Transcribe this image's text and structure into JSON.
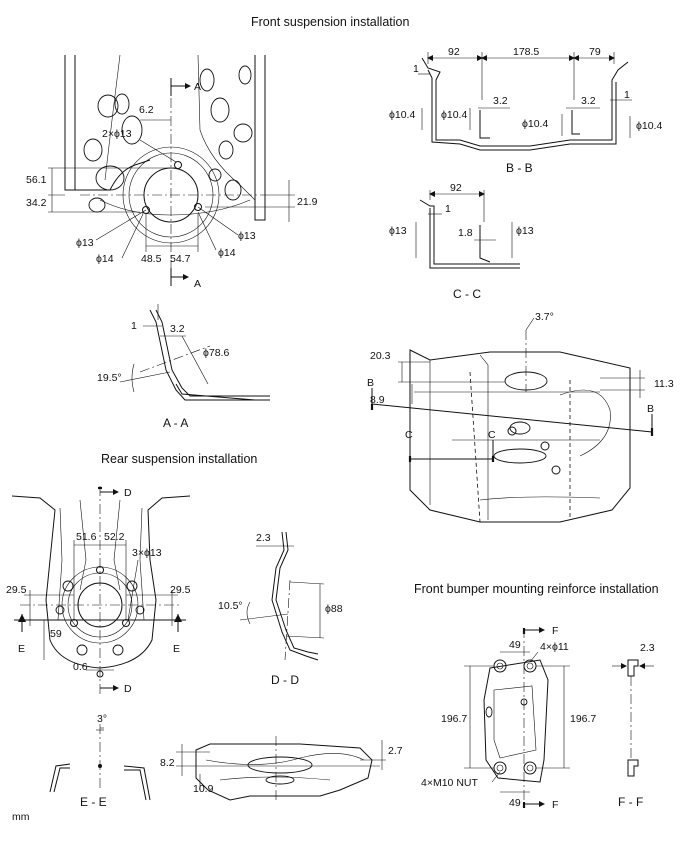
{
  "titles": {
    "front_suspension": "Front suspension installation",
    "rear_suspension": "Rear suspension installation",
    "front_bumper": "Front bumper mounting reinforce installation"
  },
  "sections": {
    "aa": "A - A",
    "bb": "B - B",
    "cc": "C - C",
    "dd": "D - D",
    "ee": "E - E",
    "ff": "F - F"
  },
  "unit": "mm",
  "markers": {
    "a": "A",
    "b": "B",
    "c": "C",
    "d": "D",
    "e": "E",
    "f": "F"
  },
  "front_main": {
    "d_62": "6.2",
    "holes_2x13": "2×ϕ13",
    "d_561": "56.1",
    "d_342": "34.2",
    "d_219": "21.9",
    "phi13": "ϕ13",
    "phi14": "ϕ14",
    "d_485": "48.5",
    "d_547": "54.7"
  },
  "bb_view": {
    "d_92": "92",
    "d_1785": "178.5",
    "d_79": "79",
    "d_1": "1",
    "phi104": "ϕ10.4",
    "d_32": "3.2"
  },
  "cc_view": {
    "d_92": "92",
    "d_1": "1",
    "phi13": "ϕ13",
    "d_18": "1.8"
  },
  "aa_view": {
    "d_1": "1",
    "d_32": "3.2",
    "phi786": "ϕ78.6",
    "ang_195": "19.5°"
  },
  "side_view": {
    "ang_37": "3.7°",
    "d_203": "20.3",
    "d_89": "8.9",
    "d_113": "11.3"
  },
  "rear_main": {
    "d_516": "51.6",
    "d_522": "52.2",
    "holes_3x13": "3×ϕ13",
    "d_295": "29.5",
    "d_59": "59",
    "d_06": "0.6"
  },
  "dd_view": {
    "d_23": "2.3",
    "ang_105": "10.5°",
    "phi88": "ϕ88"
  },
  "ee_view": {
    "ang_3": "3°"
  },
  "rear_side": {
    "d_82": "8.2",
    "d_109": "10.9",
    "d_27": "2.7"
  },
  "bumper": {
    "d_49": "49",
    "holes_4x11": "4×ϕ11",
    "d_1967": "196.7",
    "nut": "4×M10 NUT"
  },
  "ff_view": {
    "d_23": "2.3"
  }
}
